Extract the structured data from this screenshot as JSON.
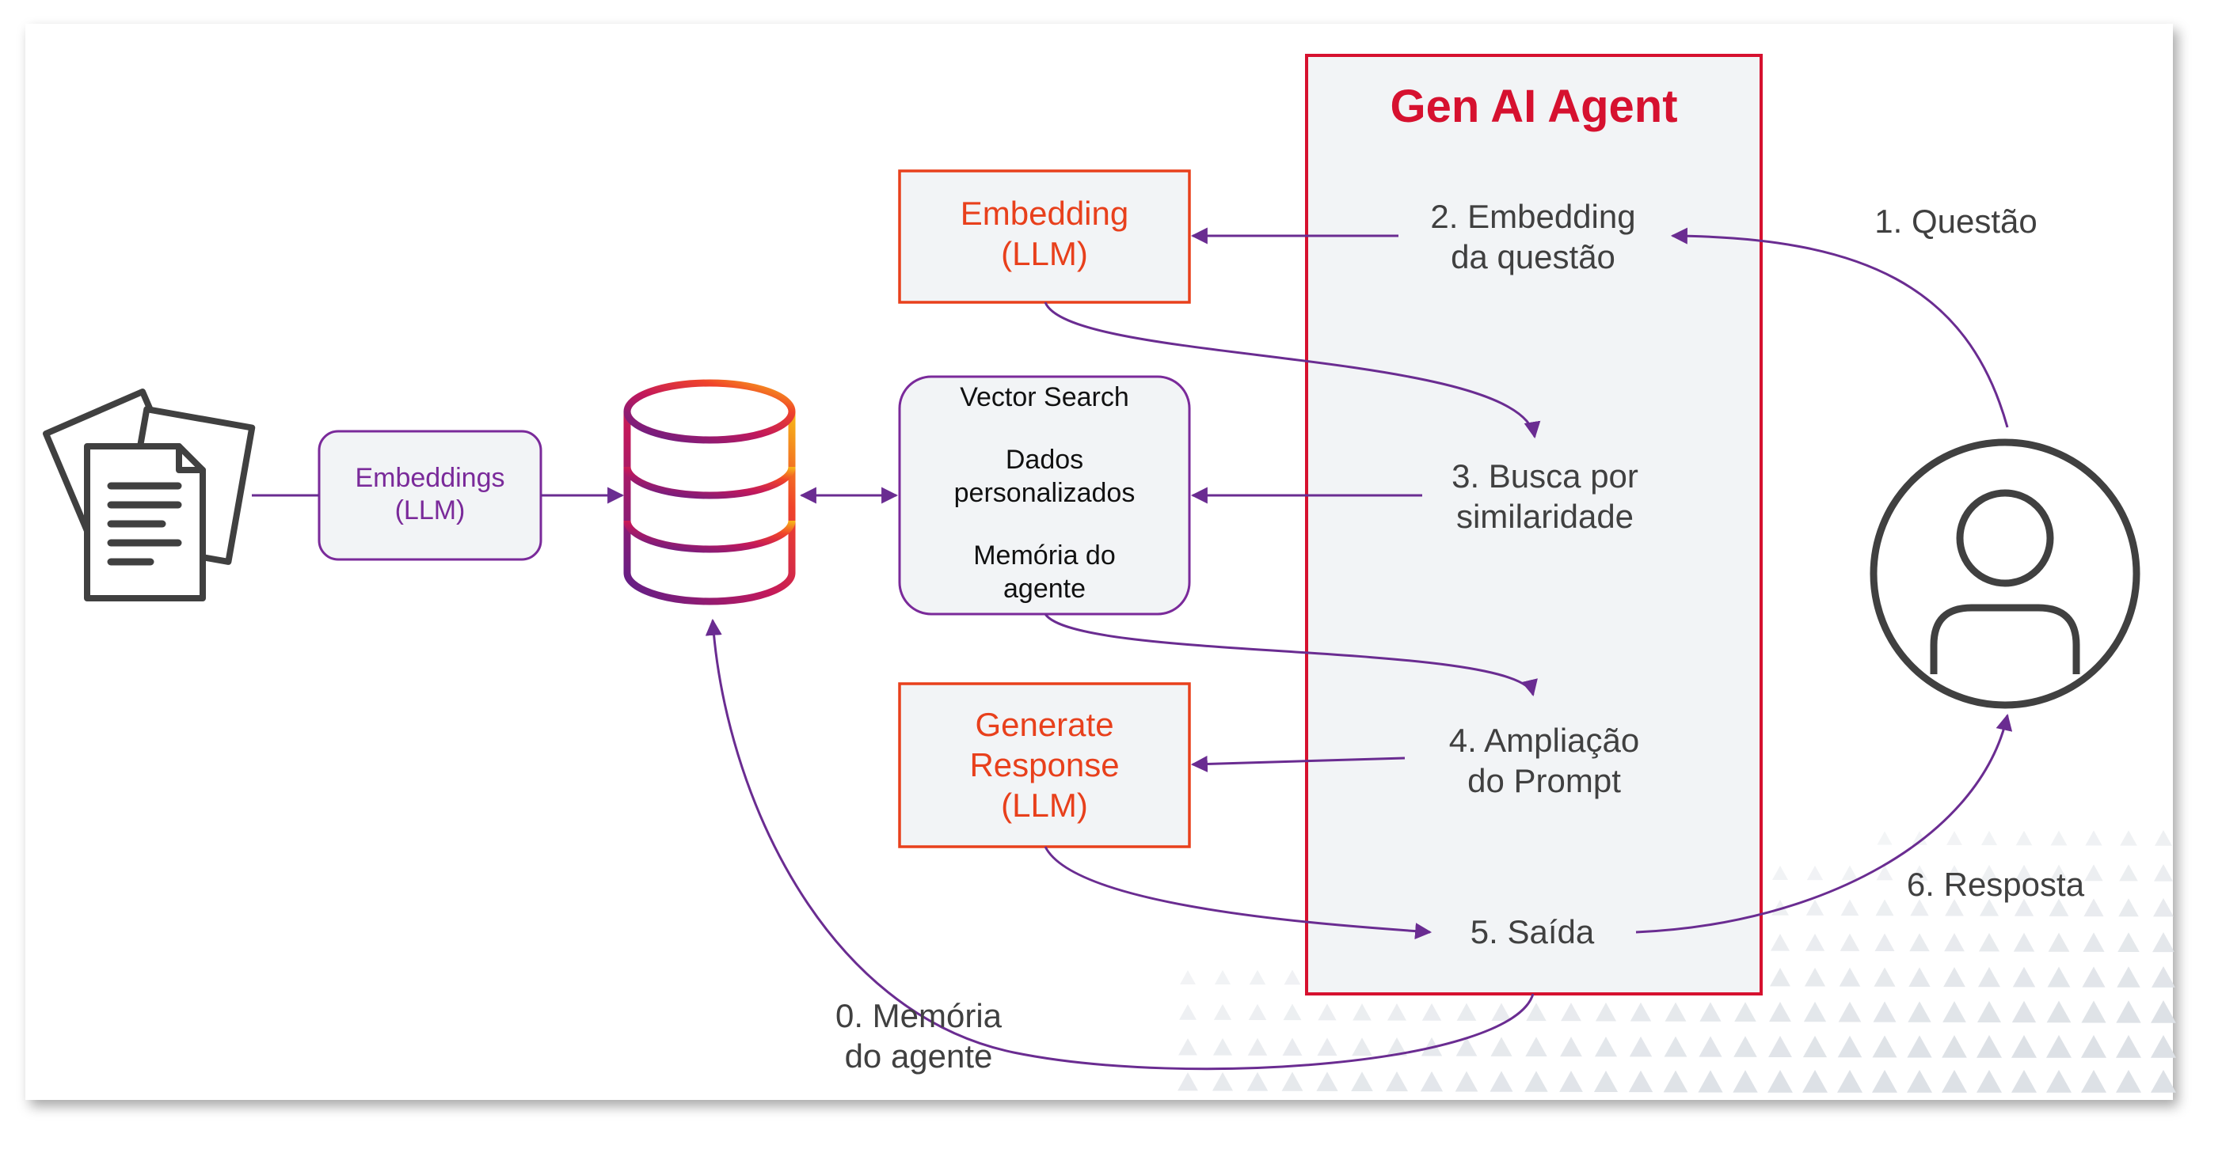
{
  "agent": {
    "title": "Gen AI Agent"
  },
  "steps": {
    "s0": [
      "0. Memória",
      "do agente"
    ],
    "s1": "1. Questão",
    "s2": [
      "2. Embedding",
      "da questão"
    ],
    "s3": [
      "3. Busca por",
      "similaridade"
    ],
    "s4": [
      "4. Ampliação",
      "do Prompt"
    ],
    "s5": "5. Saída",
    "s6": "6. Resposta"
  },
  "boxes": {
    "embeddings": [
      "Embeddings",
      "(LLM)"
    ],
    "embedding": [
      "Embedding",
      "(LLM)"
    ],
    "vector": {
      "line1": "Vector Search",
      "line2": [
        "Dados",
        "personalizados"
      ],
      "line3": [
        "Memória do",
        "agente"
      ]
    },
    "generate": [
      "Generate",
      "Response",
      "(LLM)"
    ]
  },
  "icons": {
    "documents": "documents-icon",
    "database": "database-icon",
    "user": "user-icon"
  },
  "colors": {
    "agent_border": "#d6112f",
    "box_red": "#e8401c",
    "arrow_purple": "#6a2c91",
    "box_fill": "#f2f4f6",
    "icon_gray": "#404040"
  }
}
